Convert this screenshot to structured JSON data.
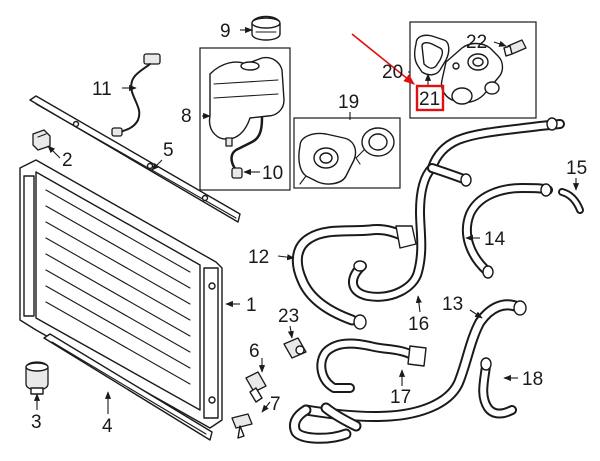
{
  "callouts": {
    "c1": "1",
    "c2": "2",
    "c3": "3",
    "c4": "4",
    "c5": "5",
    "c6": "6",
    "c7": "7",
    "c8": "8",
    "c9": "9",
    "c10": "10",
    "c11": "11",
    "c12": "12",
    "c13": "13",
    "c14": "14",
    "c15": "15",
    "c16": "16",
    "c17": "17",
    "c18": "18",
    "c19": "19",
    "c20": "20",
    "c21": "21",
    "c22": "22",
    "c23": "23"
  },
  "highlight": {
    "callout": "21",
    "color": "#e01010"
  },
  "colors": {
    "line": "#1a1a1a",
    "background": "#ffffff"
  }
}
